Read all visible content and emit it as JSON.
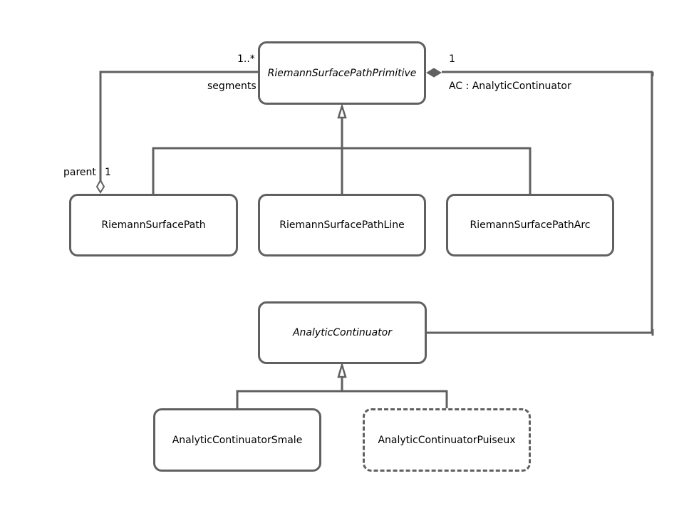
{
  "classes": {
    "primitive": "RiemannSurfacePathPrimitive",
    "path": "RiemannSurfacePath",
    "line": "RiemannSurfacePathLine",
    "arc": "RiemannSurfacePathArc",
    "continuator": "AnalyticContinuator",
    "smale": "AnalyticContinuatorSmale",
    "puiseux": "AnalyticContinuatorPuiseux"
  },
  "labels": {
    "segments_mult": "1..*",
    "segments": "segments",
    "parent": "parent",
    "parent_mult": "1",
    "ac_mult": "1",
    "ac_role": "AC : AnalyticContinuator"
  },
  "colors": {
    "stroke": "#606060",
    "text": "#000000",
    "background": "#ffffff"
  }
}
